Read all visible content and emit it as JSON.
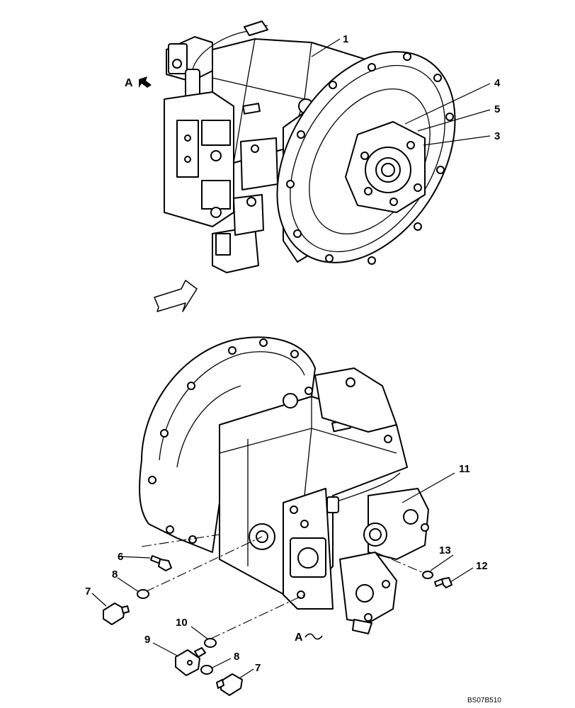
{
  "callouts": {
    "c1": "1",
    "c3": "3",
    "c4": "4",
    "c5": "5",
    "c6": "6",
    "c7a": "7",
    "c7b": "7",
    "c8a": "8",
    "c8b": "8",
    "c9": "9",
    "c10": "10",
    "c11": "11",
    "c12": "12",
    "c13": "13"
  },
  "view_labels": {
    "top": "A",
    "bottom": "A"
  },
  "drawing_code": "BS07B510",
  "icons": {
    "view_arrow": "view-direction-arrow-icon",
    "transition_arrow": "hollow-arrow-icon"
  }
}
